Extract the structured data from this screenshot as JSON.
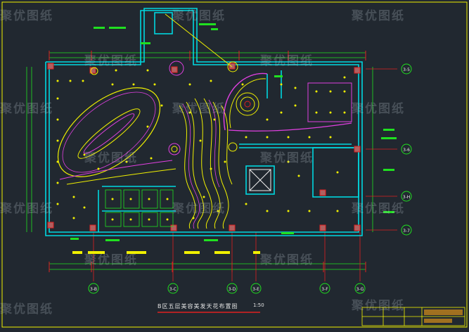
{
  "drawing": {
    "title": "B区五层美容美发天花布置图",
    "scale": "1:50",
    "watermark": "聚优图纸"
  },
  "axis_tags_bottom": [
    "3-B",
    "3-C",
    "3-D",
    "3-E",
    "3-F",
    "3-G"
  ],
  "axis_tags_right": [
    "3-5",
    "3-6",
    "3-H",
    "3-7"
  ],
  "colors": {
    "background": "#212830",
    "wall": "#00d8e0",
    "magenta": "#e040e0",
    "yellow": "#f0f000",
    "green": "#20e020",
    "red": "#e02020",
    "white": "#f0f0f0"
  }
}
